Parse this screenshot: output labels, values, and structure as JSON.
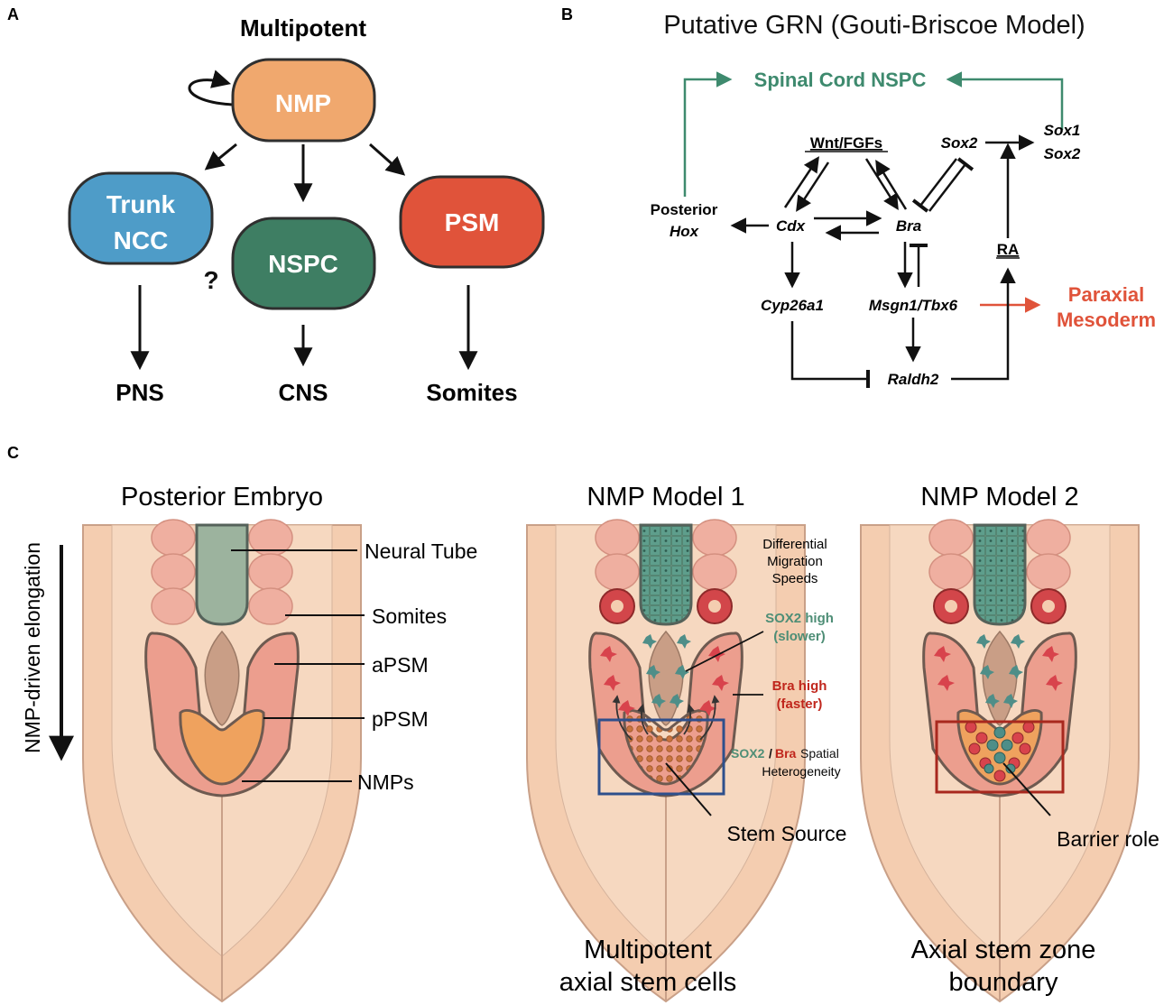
{
  "panel_a": {
    "letter": "A",
    "title": "Multipotent",
    "nmp": "NMP",
    "trunk_ncc_line1": "Trunk",
    "trunk_ncc_line2": "NCC",
    "nspc": "NSPC",
    "psm": "PSM",
    "question": "?",
    "pns": "PNS",
    "cns": "CNS",
    "somites": "Somites",
    "colors": {
      "nmp": "#F0A86E",
      "trunk_ncc": "#4E9CC8",
      "nspc": "#3E7E63",
      "psm": "#E0533A"
    }
  },
  "panel_b": {
    "letter": "B",
    "title": "Putative GRN (Gouti-Briscoe Model)",
    "spinal_cord": "Spinal Cord NSPC",
    "wnt_fgfs": "Wnt/FGFs",
    "sox2": "Sox2",
    "sox1": "Sox1",
    "sox2b": "Sox2",
    "posterior": "Posterior",
    "hox": "Hox",
    "cdx": "Cdx",
    "bra": "Bra",
    "ra": "RA",
    "cyp": "Cyp26a1",
    "msgn": "Msgn1/Tbx6",
    "raldh": "Raldh2",
    "paraxial_line1": "Paraxial",
    "paraxial_line2": "Mesoderm",
    "colors": {
      "green": "#3E8A6E",
      "red": "#E0533A"
    }
  },
  "panel_c": {
    "letter": "C",
    "axis_label": "NMP-driven elongation",
    "embryo": {
      "title": "Posterior Embryo",
      "neural_tube": "Neural Tube",
      "somites": "Somites",
      "apsm": "aPSM",
      "ppsm": "pPSM",
      "nmps": "NMPs"
    },
    "model1": {
      "title": "NMP Model 1",
      "diff_line1": "Differential",
      "diff_line2": "Migration",
      "diff_line3": "Speeds",
      "sox2_high": "SOX2 high",
      "slower": "(slower)",
      "bra_high": "Bra high",
      "faster": "(faster)",
      "het_sox2": "SOX2",
      "het_slash": "/",
      "het_bra": "Bra",
      "het_spatial": " Spatial",
      "het_line2": "Heterogeneity",
      "stem_source": "Stem Source",
      "caption_line1": "Multipotent",
      "caption_line2": "axial stem cells"
    },
    "model2": {
      "title": "NMP Model 2",
      "barrier_role": "Barrier role",
      "caption_line1": "Axial stem zone",
      "caption_line2": "boundary"
    },
    "colors": {
      "box1": "#2E4F8C",
      "box2": "#A8281E",
      "sox2_text": "#4E8E76",
      "bra_text": "#C0261C"
    }
  }
}
